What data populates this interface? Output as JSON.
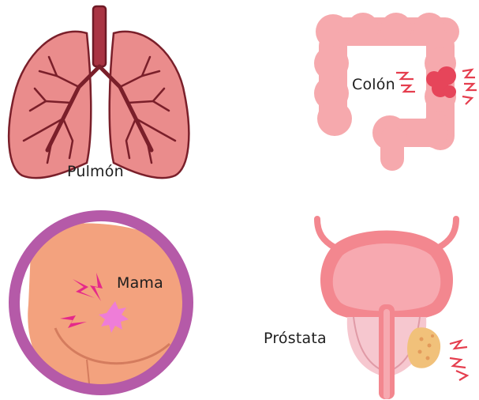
{
  "panels": {
    "lungs": {
      "label": "Pulmón"
    },
    "colon": {
      "label": "Colón"
    },
    "breast": {
      "label": "Mama"
    },
    "prostate": {
      "label": "Próstata"
    }
  },
  "colors": {
    "organ_pink": "#ea8888",
    "organ_dark": "#7a1f2a",
    "colon_pink": "#f6a9ad",
    "tumor_red": "#e6455a",
    "breast_ring": "#b55aa8",
    "skin": "#f3a27e",
    "pain_magenta": "#e5298a",
    "pain_red": "#e53e4e",
    "bladder_pink": "#f3878f",
    "tumor_yellow": "#f1c17a"
  },
  "icons": [
    "lungs-illustration",
    "colon-illustration",
    "breast-illustration",
    "prostate-illustration",
    "pain-spark-icon",
    "tumor-icon"
  ]
}
